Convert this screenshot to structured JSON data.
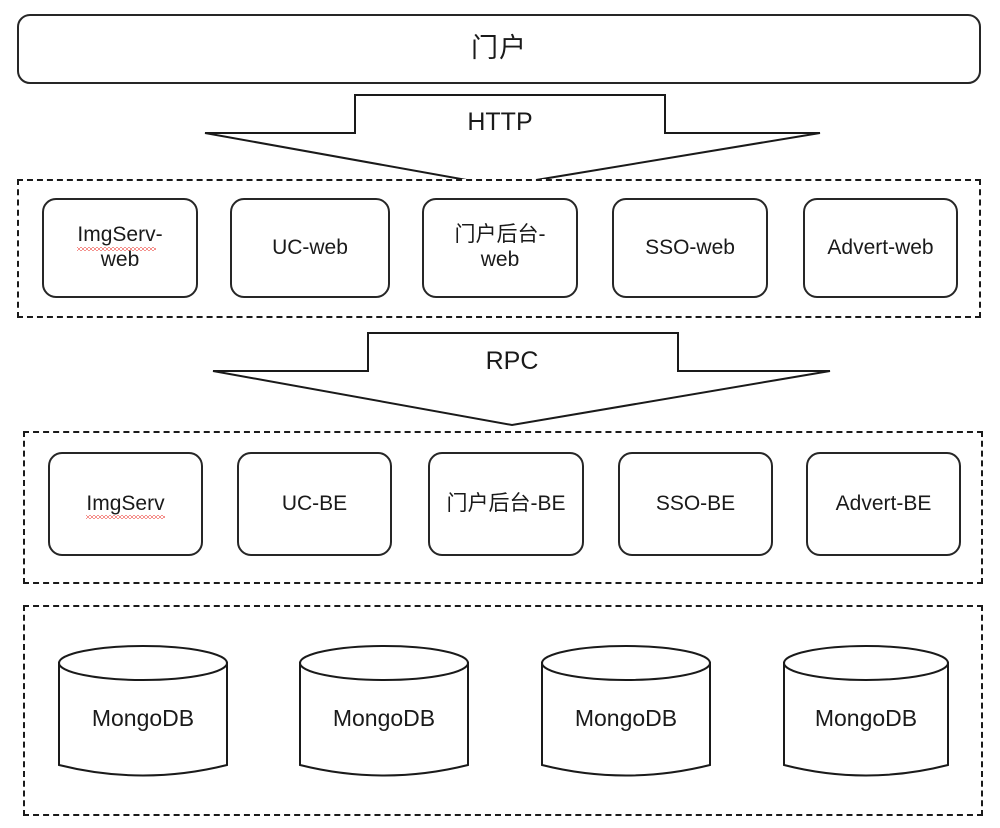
{
  "diagram": {
    "title": "门户",
    "portal": {
      "label": "门户"
    },
    "connectors": [
      {
        "id": "http-arrow",
        "label": "HTTP",
        "direction": "down"
      },
      {
        "id": "rpc-arrow",
        "label": "RPC",
        "direction": "down"
      }
    ],
    "layers": [
      {
        "id": "web-layer",
        "nodes": [
          {
            "label": "ImgServ-web",
            "misspelled_part": "ImgServ",
            "lines": [
              "ImgServ-",
              "web"
            ]
          },
          {
            "label": "UC-web",
            "misspelled_part": "",
            "lines": [
              "UC-web"
            ]
          },
          {
            "label": "门户后台-web",
            "misspelled_part": "",
            "lines": [
              "门户后台-",
              "web"
            ]
          },
          {
            "label": "SSO-web",
            "misspelled_part": "",
            "lines": [
              "SSO-web"
            ]
          },
          {
            "label": "Advert-web",
            "misspelled_part": "",
            "lines": [
              "Advert-web"
            ]
          }
        ]
      },
      {
        "id": "be-layer",
        "nodes": [
          {
            "label": "ImgServ",
            "misspelled_part": "ImgServ",
            "lines": [
              "ImgServ"
            ]
          },
          {
            "label": "UC-BE",
            "misspelled_part": "",
            "lines": [
              "UC-BE"
            ]
          },
          {
            "label": "门户后台-BE",
            "misspelled_part": "",
            "lines": [
              "门户后台-BE"
            ]
          },
          {
            "label": "SSO-BE",
            "misspelled_part": "",
            "lines": [
              "SSO-BE"
            ]
          },
          {
            "label": "Advert-BE",
            "misspelled_part": "",
            "lines": [
              "Advert-BE"
            ]
          }
        ]
      },
      {
        "id": "db-layer",
        "nodes": [
          {
            "label": "MongoDB"
          },
          {
            "label": "MongoDB"
          },
          {
            "label": "MongoDB"
          },
          {
            "label": "MongoDB"
          }
        ]
      }
    ],
    "colors": {
      "stroke": "#1a1a1a",
      "box_stroke": "#262626",
      "background": "#ffffff",
      "spellcheck_underline": "#e8201a"
    }
  }
}
